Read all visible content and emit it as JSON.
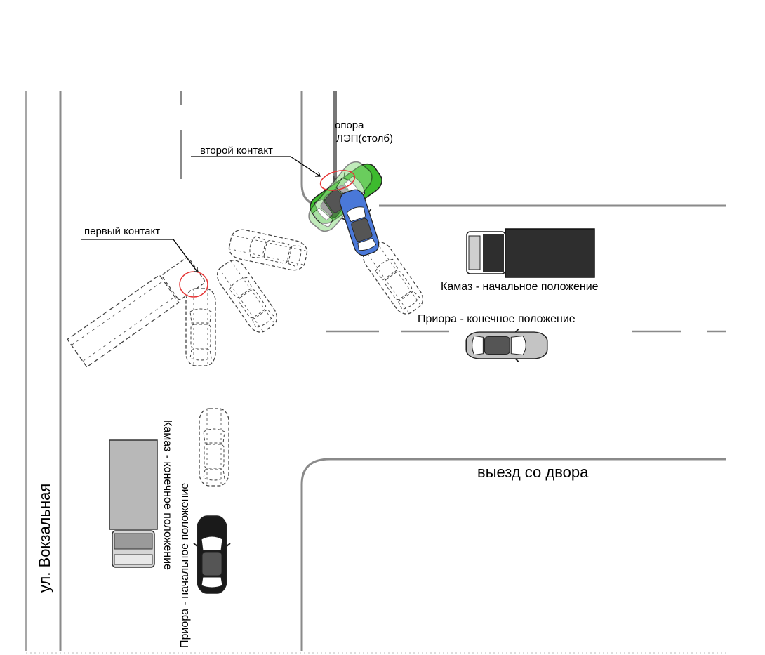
{
  "labels": {
    "street": "ул. Вокзальная",
    "yard_exit": "выезд со двора",
    "pole_line1": "опора",
    "pole_line2": "ЛЭП(столб)",
    "second_contact": "второй контакт",
    "first_contact": "первый контакт",
    "kamaz_start": "Камаз - начальное положение",
    "priora_end": "Приора - конечное положение",
    "kamaz_end": "Камаз - конечное положение",
    "priora_start": "Приора - начальное положение"
  },
  "colors": {
    "road": "#8a8a8a",
    "kamaz_body": "#2e2e2e",
    "kamaz_gray": "#b8b8b8",
    "priora_gray": "#c4c4c4",
    "priora_black": "#1a1a1a",
    "car_green": "#3dbb2e",
    "car_blue": "#4a78d8",
    "contact_circle": "#e53535"
  },
  "icons": {
    "truck": "truck-icon",
    "car": "car-icon",
    "pole": "power-pole-icon"
  }
}
